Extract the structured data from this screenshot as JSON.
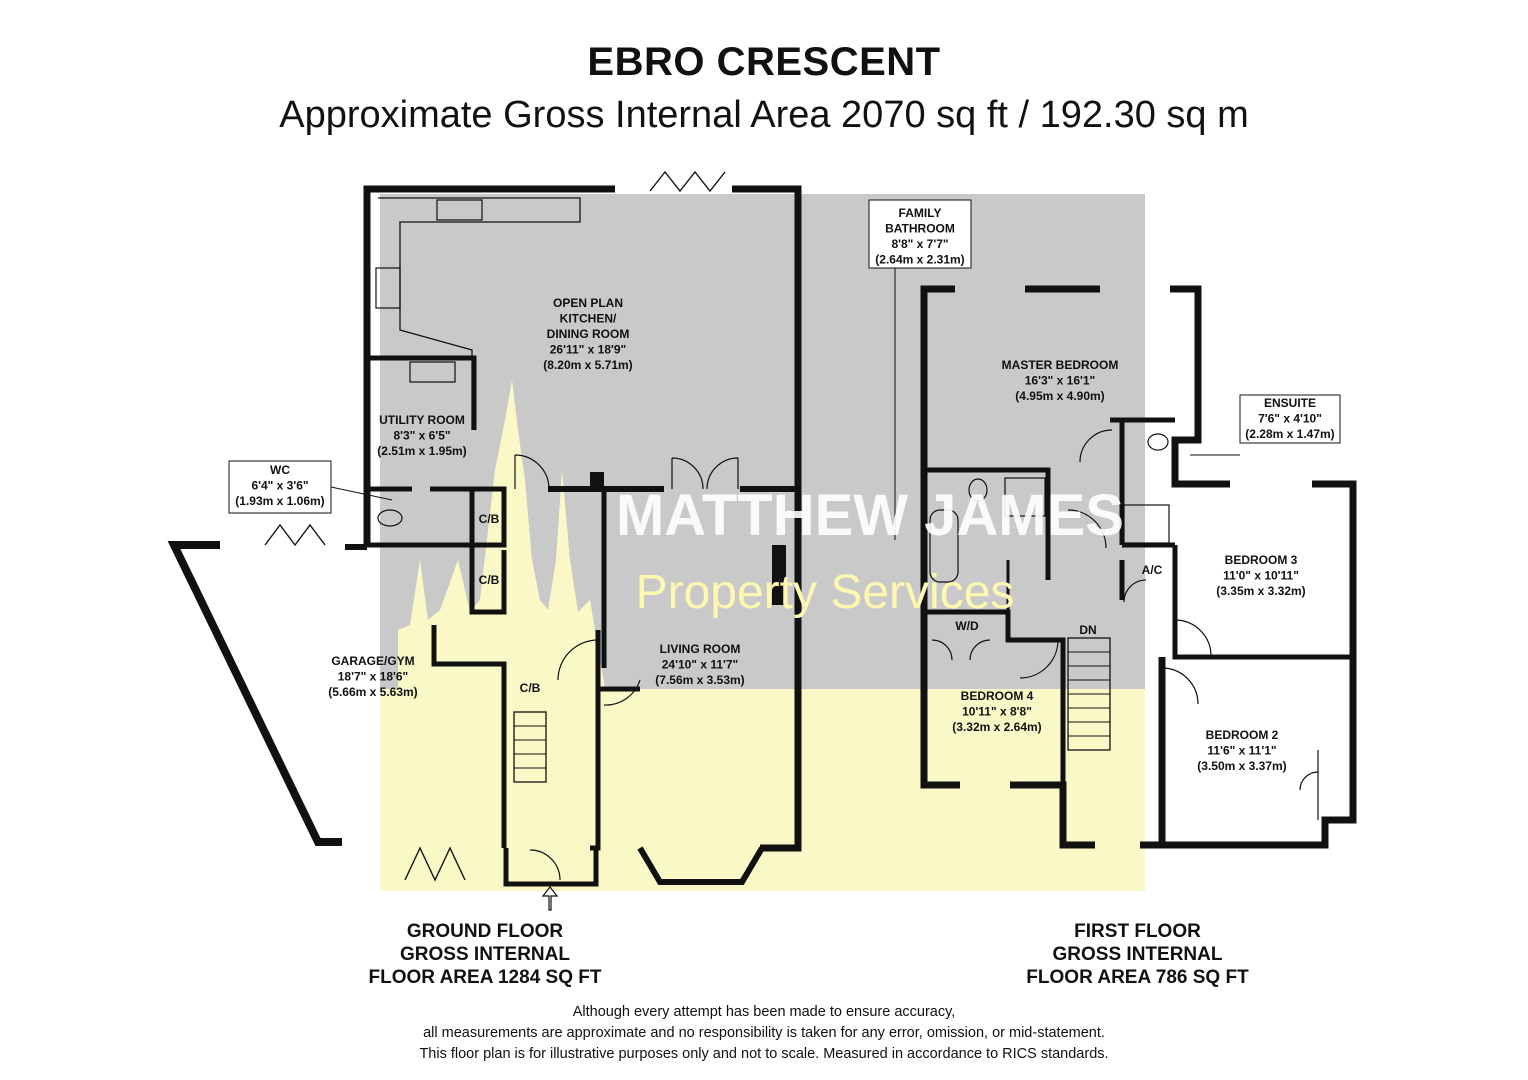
{
  "header": {
    "title": "EBRO CRESCENT",
    "subtitle": "Approximate Gross Internal Area 2070 sq ft / 192.30 sq m"
  },
  "watermark": {
    "line1": "MATTHEW JAMES",
    "line2": "Property Services"
  },
  "ground_floor": {
    "caption": [
      "GROUND FLOOR",
      "GROSS INTERNAL",
      "FLOOR AREA 1284 SQ FT"
    ],
    "rooms": {
      "kitchen": [
        "OPEN PLAN",
        "KITCHEN/",
        "DINING ROOM",
        "26'11\" x 18'9\"",
        "(8.20m x 5.71m)"
      ],
      "utility": [
        "UTILITY ROOM",
        "8'3\" x 6'5\"",
        "(2.51m x 1.95m)"
      ],
      "wc": [
        "WC",
        "6'4\" x 3'6\"",
        "(1.93m x 1.06m)"
      ],
      "garage": [
        "GARAGE/GYM",
        "18'7\" x 18'6\"",
        "(5.66m x 5.63m)"
      ],
      "living": [
        "LIVING ROOM",
        "24'10\" x 11'7\"",
        "(7.56m x 3.53m)"
      ],
      "cb_upper": "C/B",
      "cb_middle": "C/B",
      "cb_lower": "C/B"
    }
  },
  "first_floor": {
    "caption": [
      "FIRST FLOOR",
      "GROSS INTERNAL",
      "FLOOR AREA 786 SQ FT"
    ],
    "rooms": {
      "bathroom": [
        "FAMILY",
        "BATHROOM",
        "8'8\" x 7'7\"",
        "(2.64m x 2.31m)"
      ],
      "master": [
        "MASTER BEDROOM",
        "16'3\" x 16'1\"",
        "(4.95m x 4.90m)"
      ],
      "ensuite": [
        "ENSUITE",
        "7'6\" x 4'10\"",
        "(2.28m x 1.47m)"
      ],
      "bedroom3": [
        "BEDROOM 3",
        "11'0\" x 10'11\"",
        "(3.35m x 3.32m)"
      ],
      "bedroom4": [
        "BEDROOM 4",
        "10'11\" x 8'8\"",
        "(3.32m x 2.64m)"
      ],
      "bedroom2": [
        "BEDROOM 2",
        "11'6\" x 11'1\"",
        "(3.50m x 3.37m)"
      ],
      "wd": "W/D",
      "ac": "A/C",
      "dn": "DN"
    }
  },
  "disclaimer": [
    "Although every attempt has been made to ensure accuracy,",
    "all measurements are approximate and no responsibility is taken for any error, omission, or mid-statement.",
    "This floor plan is for illustrative purposes only and not to scale. Measured in accordance to RICS standards."
  ],
  "colors": {
    "wall": "#111111",
    "grey_overlay": "#c9c9c9",
    "yellow_overlay": "#fbf8c8",
    "watermark": "#ffffff",
    "watermark_sub": "#fdf7b0"
  }
}
